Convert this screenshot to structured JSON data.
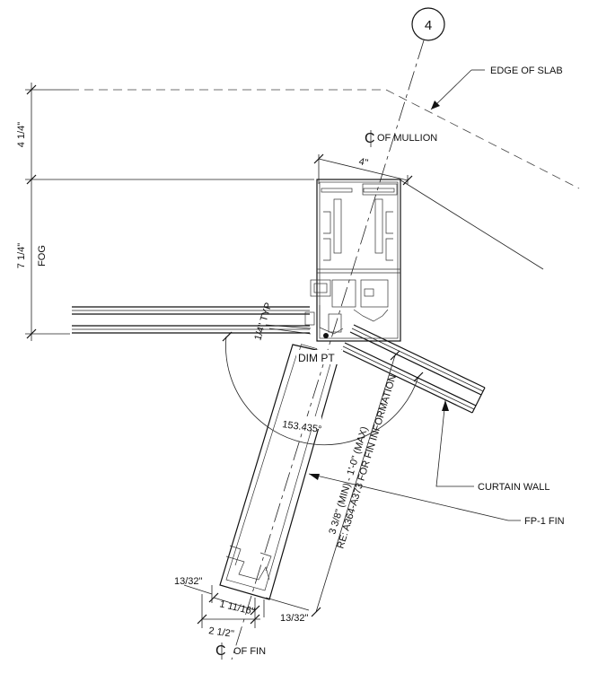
{
  "grid_bubble": "4",
  "labels": {
    "edge_of_slab": "EDGE OF SLAB",
    "cl_of_mullion": "OF MULLION",
    "cl_of_fin": "OF FIN",
    "curtain_wall": "CURTAIN WALL",
    "fp1_fin": "FP-1 FIN",
    "dim_pt": "DIM PT",
    "fin_note_line1": "3 3/8\" (MIN) - 1'-0\" (MAX)",
    "fin_note_line2": "RE: A364-A373 FOR FIN INFORMATION"
  },
  "dimensions": {
    "slab_offset": "4 1/4\"",
    "fog": "7 1/4\"",
    "fog_label": "FOG",
    "mullion_width": "4\"",
    "typ_gap": "1/4\" TYP",
    "angle": "153.435°",
    "fin_left_offset": "13/32\"",
    "fin_inner": "1 11/16\"",
    "fin_right_offset": "13/32\"",
    "fin_width": "2 1/2\""
  }
}
